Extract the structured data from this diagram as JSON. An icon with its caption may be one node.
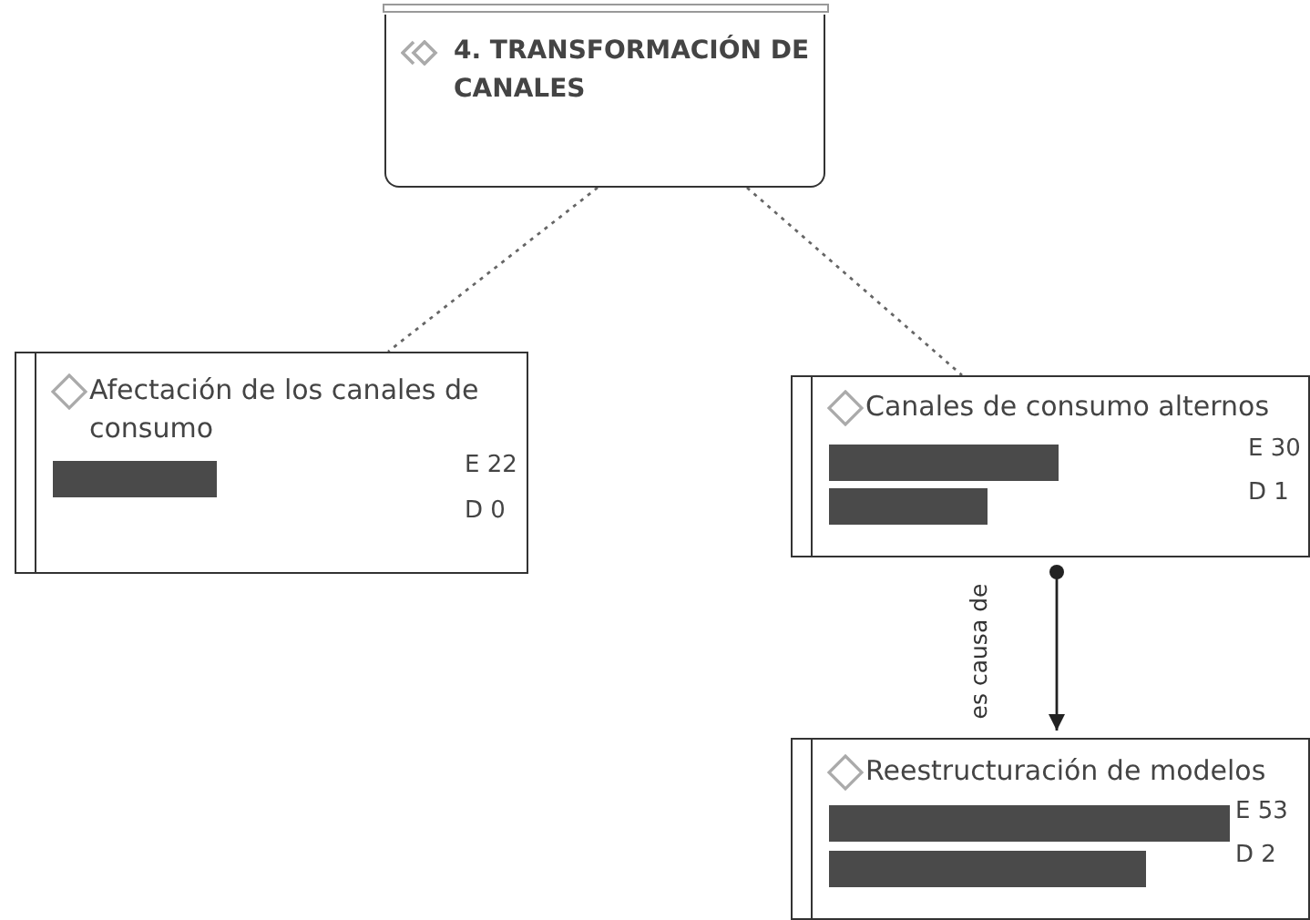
{
  "diagram": {
    "nodes": [
      {
        "text": [
          "4. TRANSFORMACIÓN DE CANALES"
        ]
      },
      {
        "text": [
          "Afectación de los canales de consumo",
          "E 22",
          "D 0"
        ]
      },
      {
        "text": [
          "Canales de consumo alternos",
          "E 30",
          "D 1"
        ]
      },
      {
        "text": [
          "Reestructuración de modelos",
          "E 53",
          "D 2"
        ]
      },
      {
        "text": [],
        "shape": "bar",
        "in": 1
      },
      {
        "text": [],
        "shape": "bar",
        "in": 2
      },
      {
        "text": [],
        "shape": "bar",
        "in": 2
      },
      {
        "text": [],
        "shape": "bar",
        "in": 3
      },
      {
        "text": [],
        "shape": "bar",
        "in": 3
      }
    ],
    "edges": [
      {
        "from": 0,
        "to": 1,
        "arrow": "none",
        "style": "dashed"
      },
      {
        "from": 0,
        "to": 2,
        "arrow": "none",
        "style": "dashed"
      },
      {
        "from": 2,
        "to": 3,
        "arrow": "to",
        "label": "es causa de"
      }
    ]
  }
}
